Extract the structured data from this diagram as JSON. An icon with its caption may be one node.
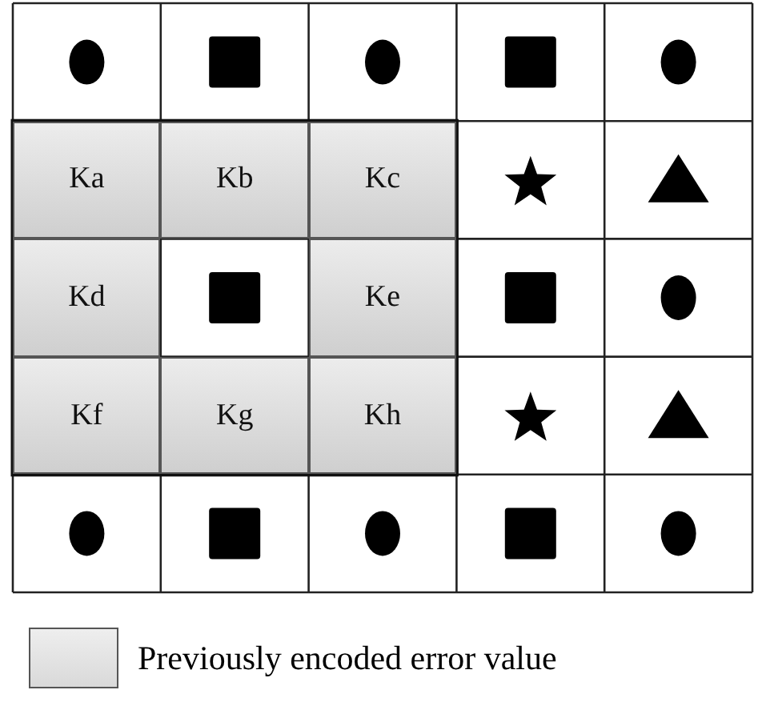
{
  "diagram": {
    "labels": [
      "Ka",
      "Kb",
      "Kc",
      "Kd",
      "Ke",
      "Kf",
      "Kg",
      "Kh"
    ],
    "legend": [
      {
        "text": "Previously encoded error value",
        "color": "#d9d9d9"
      }
    ]
  }
}
